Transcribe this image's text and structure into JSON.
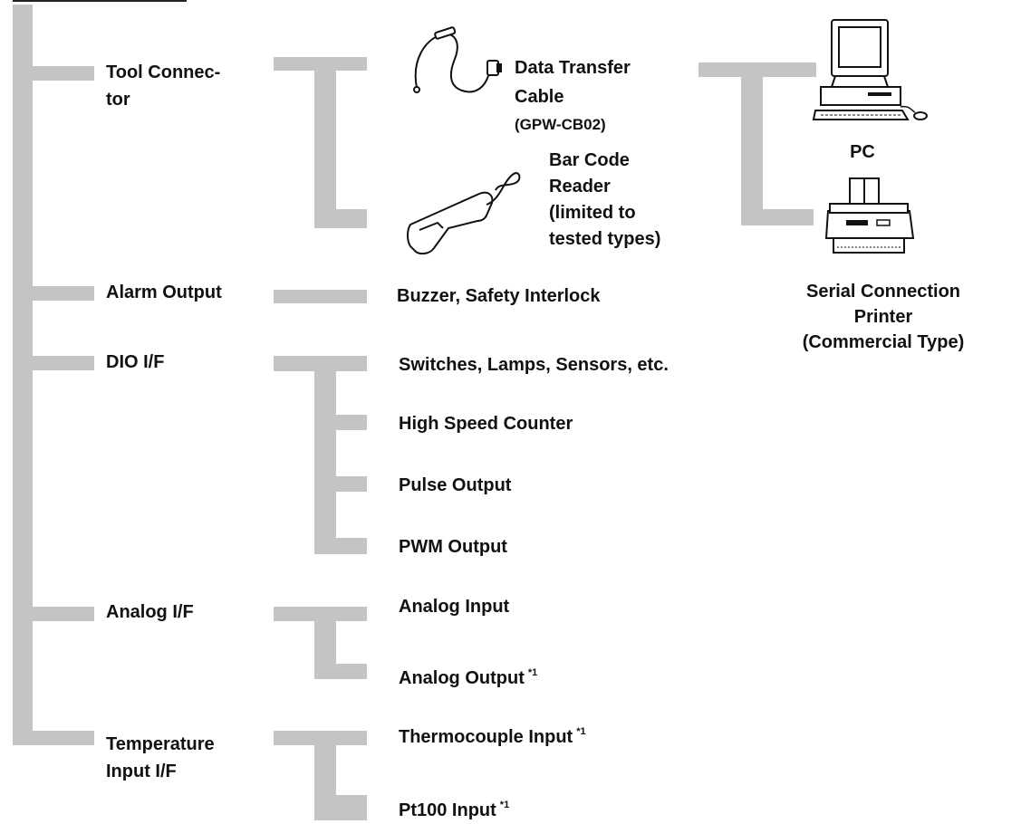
{
  "interfaces": [
    {
      "label_lines": [
        "Tool Connec-",
        "tor"
      ]
    },
    {
      "label_lines": [
        "Alarm Output"
      ]
    },
    {
      "label_lines": [
        "DIO I/F"
      ]
    },
    {
      "label_lines": [
        "Analog I/F"
      ]
    },
    {
      "label_lines": [
        "Temperature",
        "Input I/F"
      ]
    }
  ],
  "devices": {
    "cable": {
      "line1": "Data Transfer",
      "line2": "Cable",
      "model": "(GPW-CB02)"
    },
    "barcode": {
      "lines": [
        "Bar Code",
        "Reader",
        "(limited to",
        "tested types)"
      ]
    },
    "pc": {
      "label": "PC"
    },
    "printer": {
      "lines": [
        "Serial Connection",
        "Printer",
        "(Commercial Type)"
      ]
    },
    "alarm": {
      "label": "Buzzer, Safety Interlock"
    },
    "dio": {
      "switches": "Switches, Lamps, Sensors, etc.",
      "counter": "High Speed Counter",
      "pulse": "Pulse Output",
      "pwm": "PWM Output"
    },
    "analog": {
      "input": "Analog Input",
      "output": "Analog Output"
    },
    "temperature": {
      "thermocouple": "Thermocouple Input",
      "pt100": "Pt100 Input"
    }
  },
  "footnote_mark": "*1",
  "icons": [
    "cable-icon",
    "barcode-reader-icon",
    "pc-icon",
    "printer-icon"
  ],
  "colors": {
    "connector": "#c4c4c4",
    "text": "#111111"
  }
}
